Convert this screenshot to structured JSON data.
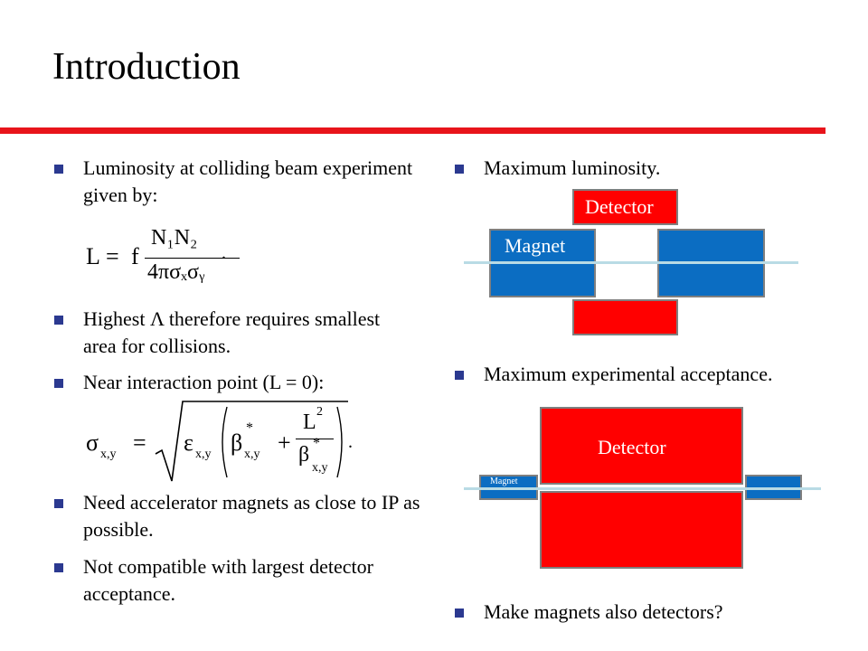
{
  "title": "Introduction",
  "left_bullets": [
    "Luminosity at colliding beam experiment given by:",
    "Highest Λ therefore requires smallest area for collisions.",
    "Near interaction point (L = 0):",
    "Need accelerator magnets as close to IP as possible.",
    "Not compatible with largest detector acceptance."
  ],
  "formula1": {
    "lhs": "L",
    "eq": "=",
    "f": "f",
    "num": "N₁N₂",
    "den": "4πσₓσᵧ",
    "end": "."
  },
  "formula2": {
    "lhs": "σ",
    "lhs_sub": "x,y",
    "eq": "=",
    "eps": "ε",
    "eps_sub": "x,y",
    "beta": "β",
    "beta_sub": "x,y",
    "plus": "+",
    "L2": "L",
    "L2_sup": "2",
    "beta2": "β",
    "beta2_sub": "x,y",
    "star": "*",
    "end": "."
  },
  "right_bullets": [
    "Maximum luminosity.",
    "Maximum experimental acceptance.",
    "Make magnets also detectors?"
  ],
  "diagram1": {
    "detector_label": "Detector",
    "magnet_label": "Magnet"
  },
  "diagram2": {
    "detector_label": "Detector",
    "magnet_label": "Magnet"
  },
  "colors": {
    "rule": "#e8141b",
    "bullet": "#2b3990",
    "magnet": "#0b6dc2",
    "detector": "#ff0000",
    "beam": "#b9dbe5"
  }
}
